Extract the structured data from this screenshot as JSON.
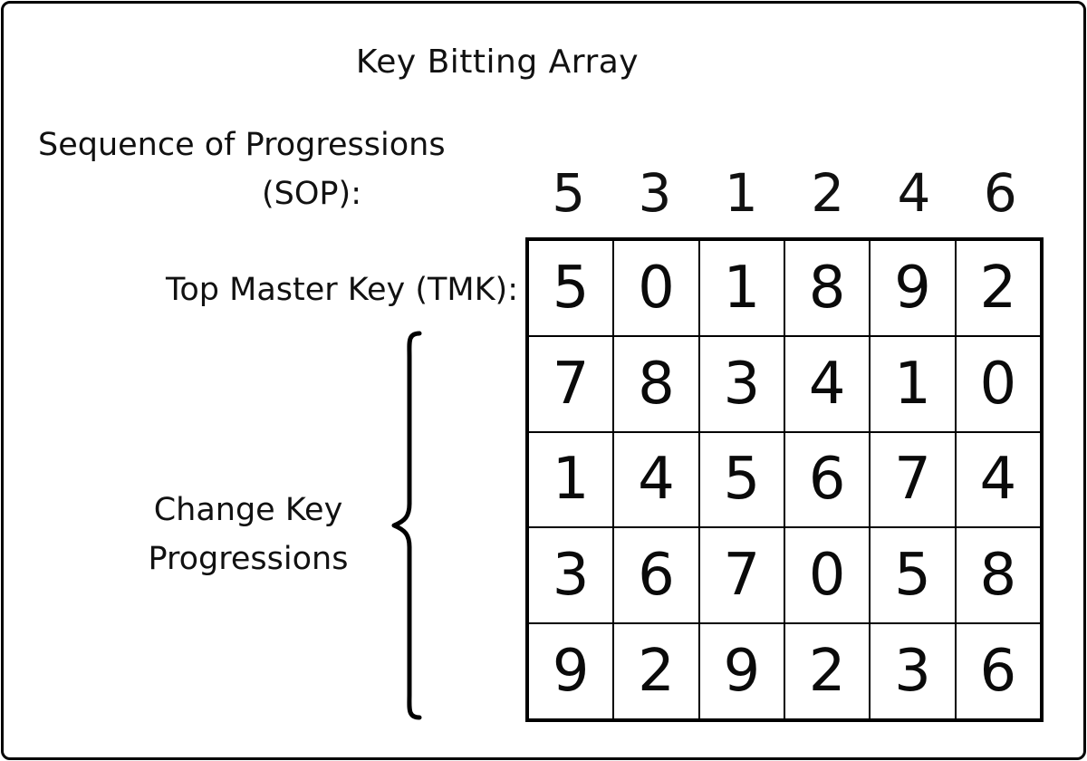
{
  "title": "Key Bitting Array",
  "labels": {
    "sop_line1": "Sequence of Progressions",
    "sop_line2": "(SOP):",
    "tmk": "Top Master Key (TMK):",
    "ckp_line1": "Change Key",
    "ckp_line2": "Progressions"
  },
  "sop_values": [
    "5",
    "3",
    "1",
    "2",
    "4",
    "6"
  ],
  "grid": {
    "rows": [
      [
        "5",
        "0",
        "1",
        "8",
        "9",
        "2"
      ],
      [
        "7",
        "8",
        "3",
        "4",
        "1",
        "0"
      ],
      [
        "1",
        "4",
        "5",
        "6",
        "7",
        "4"
      ],
      [
        "3",
        "6",
        "7",
        "0",
        "5",
        "8"
      ],
      [
        "9",
        "2",
        "9",
        "2",
        "3",
        "6"
      ]
    ]
  }
}
